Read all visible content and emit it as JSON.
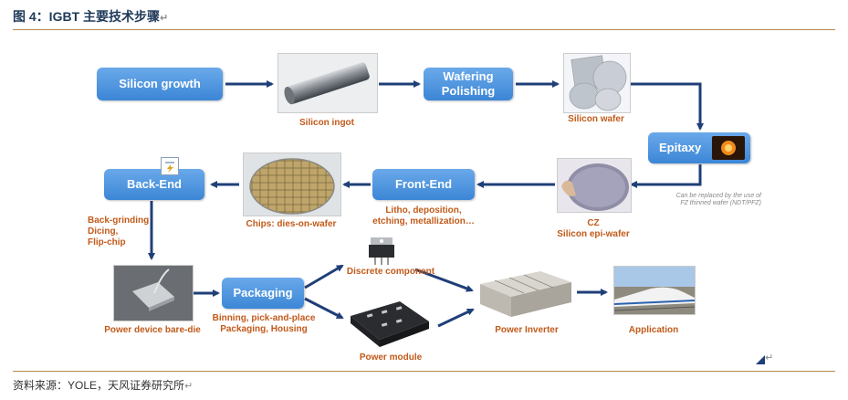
{
  "header": {
    "title": "图 4：IGBT 主要技术步骤",
    "return_mark": "↵"
  },
  "footer": {
    "source": "资料来源：YOLE，天风证券研究所",
    "return_mark": "↵"
  },
  "corner_mark": "↵",
  "colors": {
    "box": "#3c86d6",
    "arrow": "#1f3f78",
    "caption": "#c25a1a",
    "rule": "#b58a4a"
  },
  "steps": {
    "silicon_growth": "Silicon growth",
    "wafering": "Wafering\nPolishing",
    "epitaxy": "Epitaxy",
    "front_end": "Front-End",
    "back_end": "Back-End",
    "packaging": "Packaging"
  },
  "captions": {
    "ingot": "Silicon ingot",
    "wafer": "Silicon wafer",
    "cz_line1": "CZ",
    "cz_line2": "Silicon epi-wafer",
    "epi_note_line1": "Can be replaced by the use of",
    "epi_note_line2": "FZ thinned wafer (NDT/PFZ)",
    "front_line1": "Litho, deposition,",
    "front_line2": "etching, metallization…",
    "chips": "Chips: dies-on-wafer",
    "back_line1": "Back-grinding",
    "back_line2": "Dicing,",
    "back_line3": "Flip-chip",
    "bare_die": "Power device bare-die",
    "pack_line1": "Binning, pick-and-place",
    "pack_line2": "Packaging, Housing",
    "discrete": "Discrete component",
    "module": "Power module",
    "inverter": "Power Inverter",
    "application": "Application"
  }
}
